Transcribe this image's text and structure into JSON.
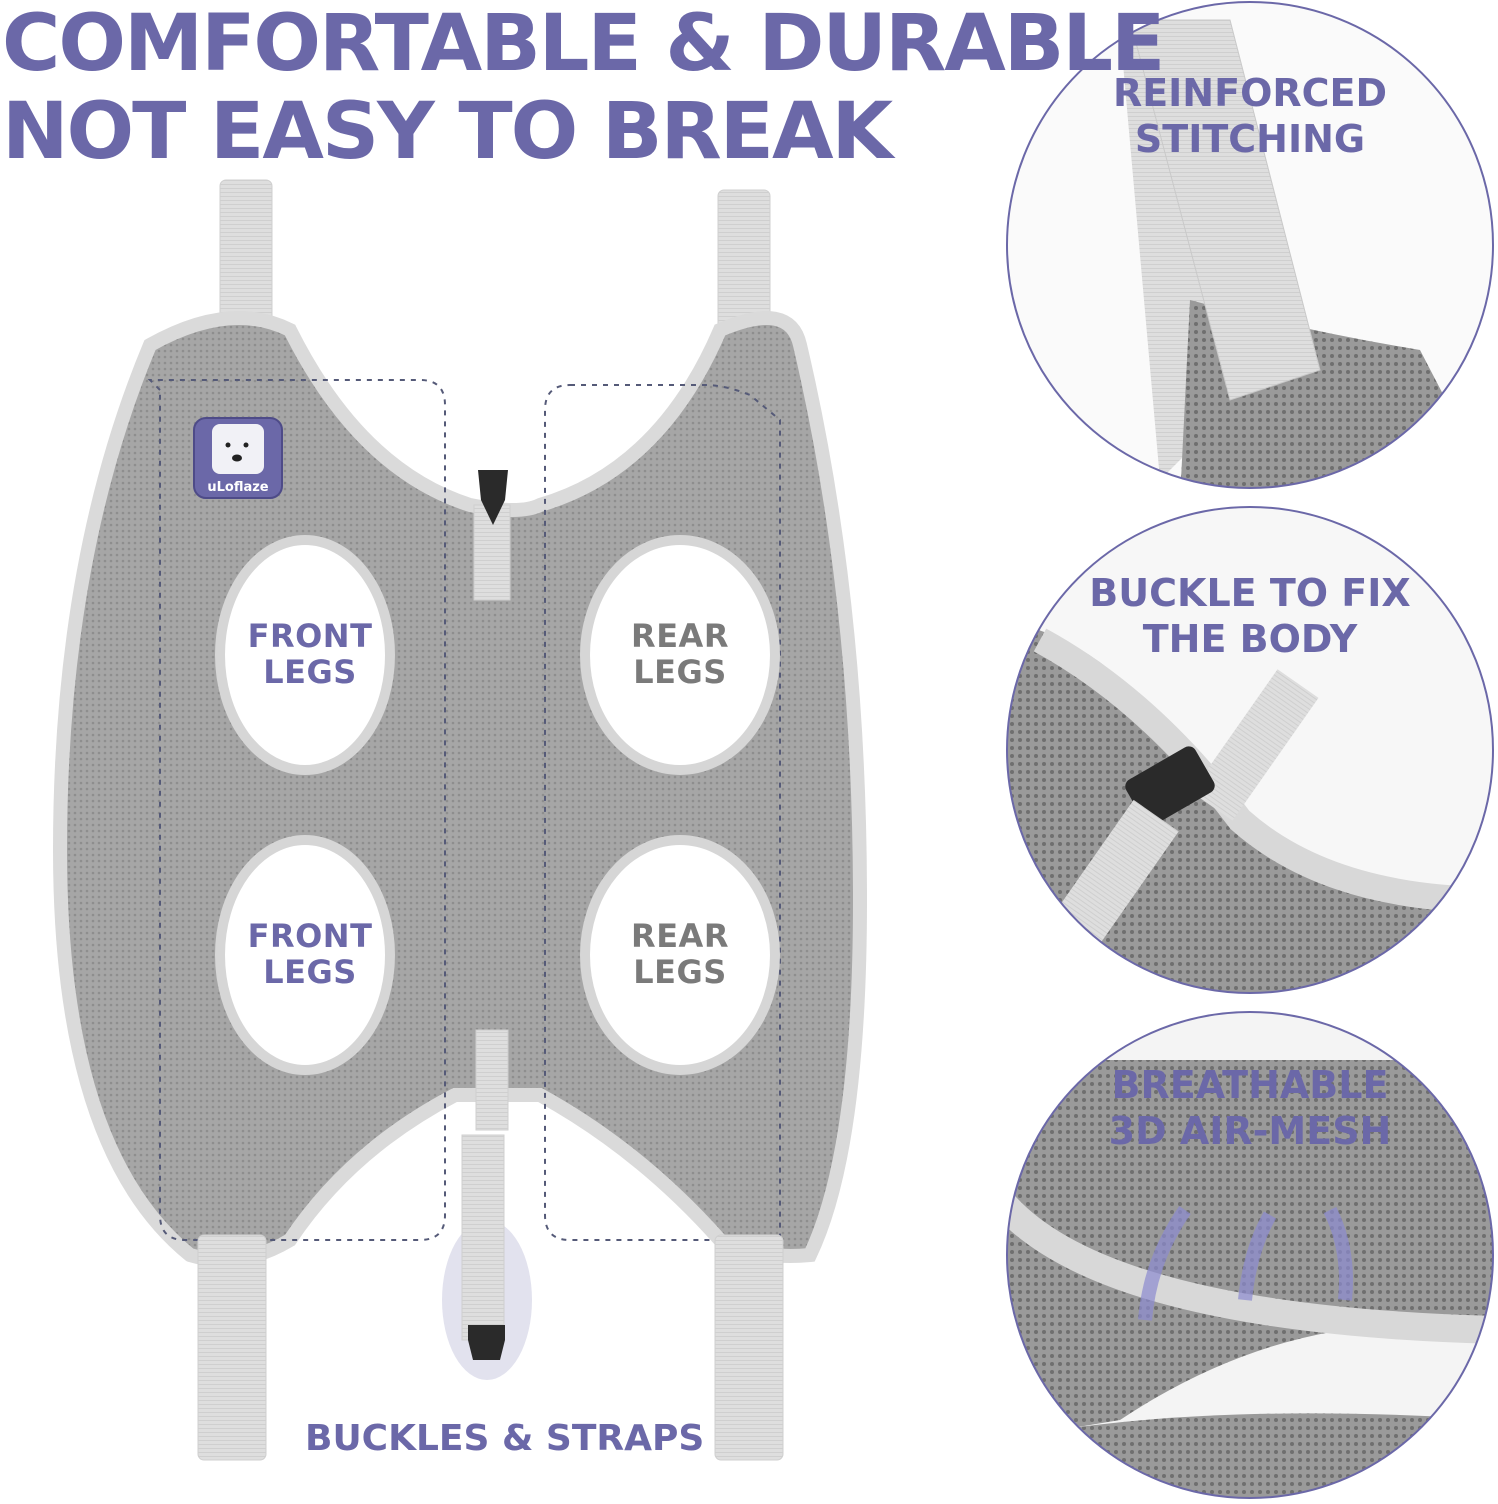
{
  "headline": {
    "line1": "COMFORTABLE & DURABLE",
    "line2": "NOT EASY TO BREAK"
  },
  "product": {
    "brand_logo_text": "uLoflaze",
    "holes": [
      {
        "line1": "FRONT",
        "line2": "LEGS",
        "position": "top-left"
      },
      {
        "line1": "REAR",
        "line2": "LEGS",
        "position": "top-right"
      },
      {
        "line1": "FRONT",
        "line2": "LEGS",
        "position": "bottom-left"
      },
      {
        "line1": "REAR",
        "line2": "LEGS",
        "position": "bottom-right"
      }
    ],
    "bottom_label": "BUCKLES & STRAPS"
  },
  "callouts": [
    {
      "line1": "REINFORCED",
      "line2": "STITCHING"
    },
    {
      "line1": "BUCKLE TO FIX",
      "line2": "THE BODY"
    },
    {
      "line1": "BREATHABLE",
      "line2": "3D AIR-MESH"
    }
  ],
  "colors": {
    "accent": "#6b68a8",
    "mesh": "#a9a9a9",
    "border": "#d9d9d9",
    "strap": "#dcdcdc"
  }
}
